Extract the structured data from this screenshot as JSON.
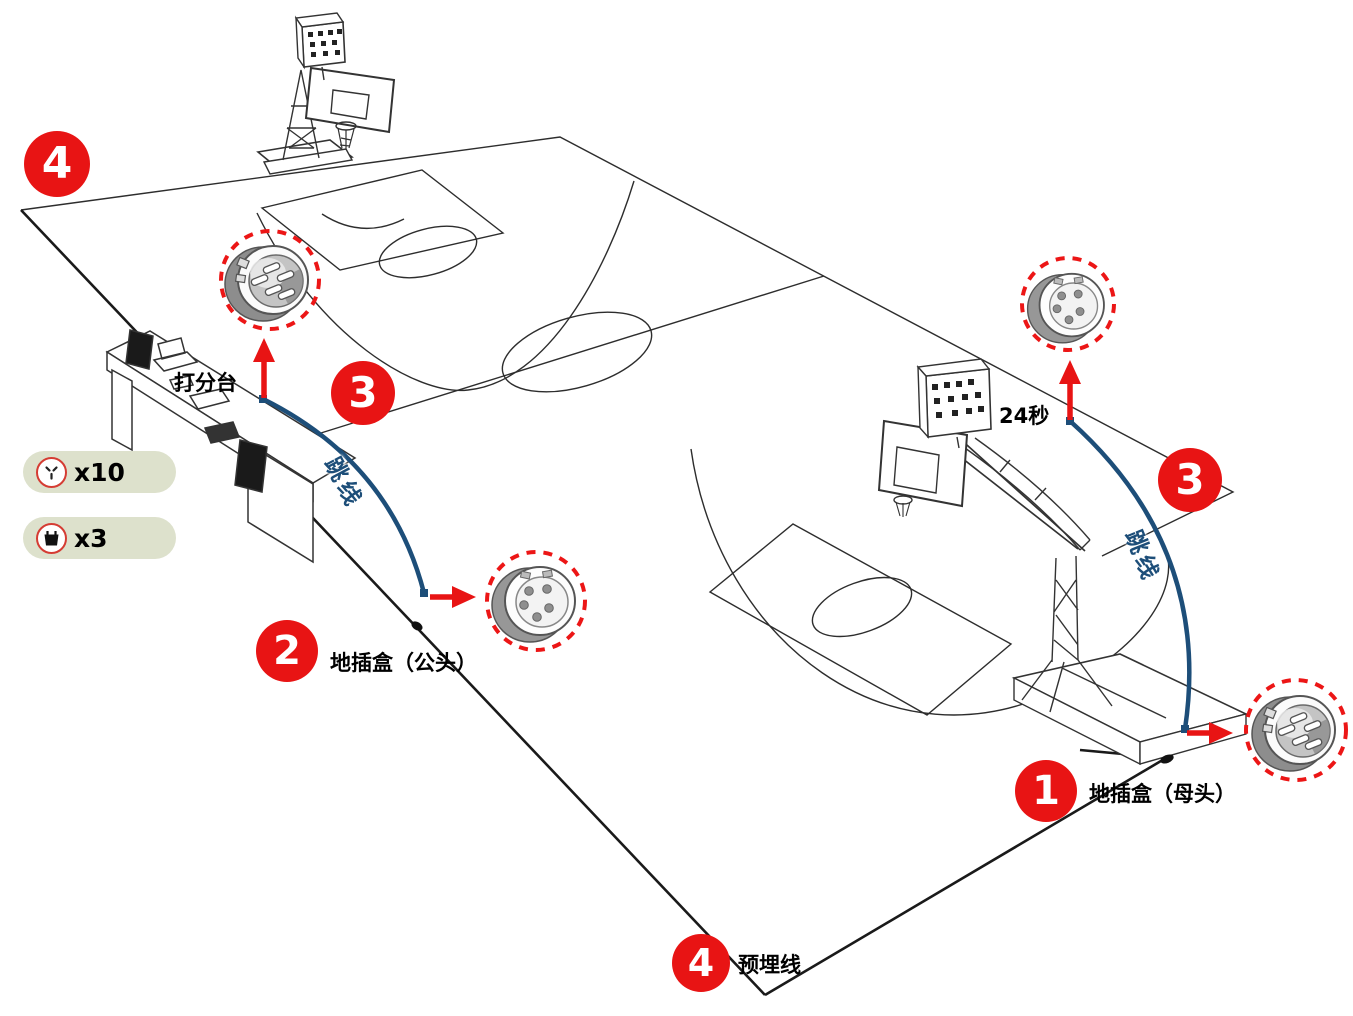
{
  "colors": {
    "accent_red": "#e81414",
    "wire_blue": "#1d4e79",
    "legend_bg": "#dde1cc",
    "court_line": "#2d2d2d"
  },
  "callouts": {
    "c4_top_left": {
      "number": "4"
    },
    "c3_left": {
      "number": "3"
    },
    "c2": {
      "number": "2",
      "label": "地插盒（公头）"
    },
    "c1": {
      "number": "1",
      "label": "地插盒（母头）"
    },
    "c3_right": {
      "number": "3"
    },
    "c4_bottom": {
      "number": "4",
      "label": "预埋线"
    }
  },
  "annotations": {
    "scoring_table": "打分台",
    "shot_clock": "24秒",
    "jumper_left": "跳线",
    "jumper_right": "跳线"
  },
  "legend": [
    {
      "icon": "power-socket-icon",
      "label": "x10"
    },
    {
      "icon": "plug-connector-icon",
      "label": "x3"
    }
  ]
}
